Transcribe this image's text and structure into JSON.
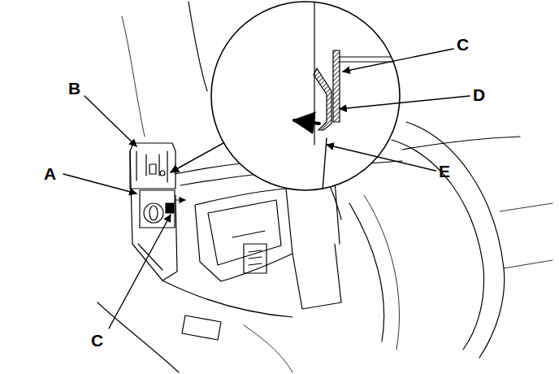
{
  "diagram": {
    "labels": [
      "C",
      "B",
      "D",
      "E",
      "A",
      "C"
    ]
  }
}
